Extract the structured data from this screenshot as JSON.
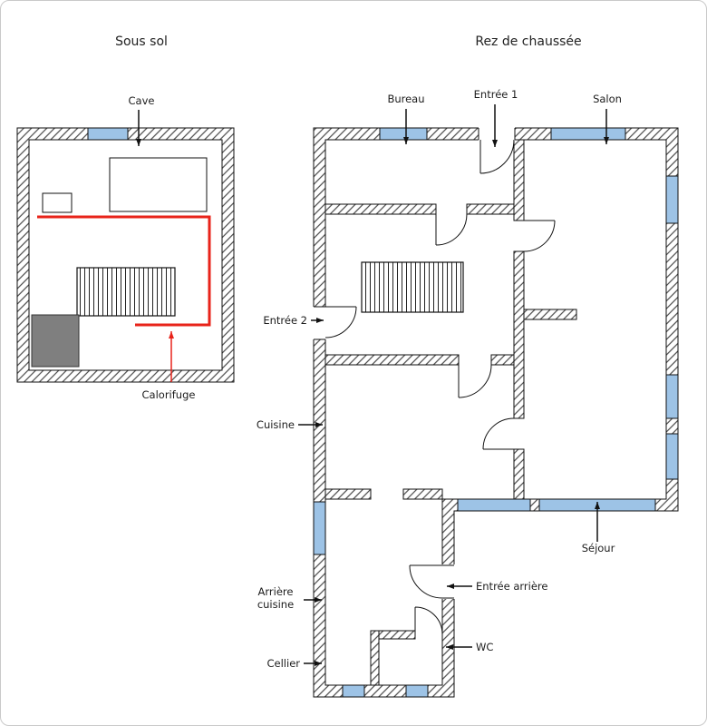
{
  "diagram": {
    "titles": {
      "basement": "Sous sol",
      "ground_floor": "Rez de chaussée"
    },
    "labels": {
      "cave": "Cave",
      "calorifuge": "Calorifuge",
      "bureau": "Bureau",
      "entree1": "Entrée 1",
      "salon": "Salon",
      "entree2": "Entrée 2",
      "cuisine": "Cuisine",
      "sejour": "Séjour",
      "entree_arriere": "Entrée arrière",
      "arriere_cuisine_line1": "Arrière",
      "arriere_cuisine_line2": "cuisine",
      "cellier": "Cellier",
      "wc": "WC"
    },
    "colors": {
      "window": "#9DC3E6",
      "pipe": "#E8231A",
      "gray_block": "#7F7F7F"
    }
  }
}
